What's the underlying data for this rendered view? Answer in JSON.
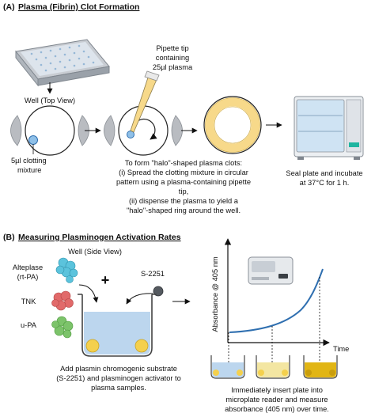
{
  "section_a": {
    "prefix": "(A)",
    "title": "Plasma (Fibrin) Clot Formation",
    "well_top_view": "Well (Top View)",
    "pipette_tip": [
      "Pipette tip",
      "containing",
      "25µl plasma"
    ],
    "clotting_mixture": [
      "5µl clotting",
      "mixture"
    ],
    "halo_instructions": [
      "To form \"halo\"-shaped plasma clots:",
      "(i) Spread the clotting mixture in circular",
      "pattern using a plasma-containing pipette",
      "tip,",
      "(ii)  dispense the plasma to yield a",
      "\"halo\"-shaped ring around the well."
    ],
    "seal_plate": [
      "Seal plate and incubate",
      "at 37°C for 1 h."
    ]
  },
  "section_b": {
    "prefix": "(B)",
    "title": "Measuring Plasminogen Activation Rates",
    "well_side_view": "Well (Side View)",
    "activators": {
      "alteplase": [
        "Alteplase",
        "(rt-PA)"
      ],
      "tnk": "TNK",
      "upa": "u-PA"
    },
    "plus": "+",
    "substrate": "S-2251",
    "add_substrate": [
      "Add plasmin chromogenic substrate",
      "(S-2251) and plasminogen activator to",
      "plasma samples."
    ],
    "y_axis_label": "Absorbance @ 405 nm",
    "x_axis_label": "Time",
    "insert_plate": [
      "Immediately insert plate into",
      "microplate reader and measure",
      "absorbance (405 nm) over time."
    ]
  },
  "colors": {
    "well_fill": "#cfe3f3",
    "well_liquid": "#bcd6ee",
    "halo_ring": "#f7d98a",
    "clot_yellow": "#f4d04d",
    "curve_blue": "#2f6fb0",
    "alteplase": "#5bc3dc",
    "tnk": "#e16a6a",
    "upa": "#7cc36a",
    "incubator_accent": "#1fb5a0"
  }
}
